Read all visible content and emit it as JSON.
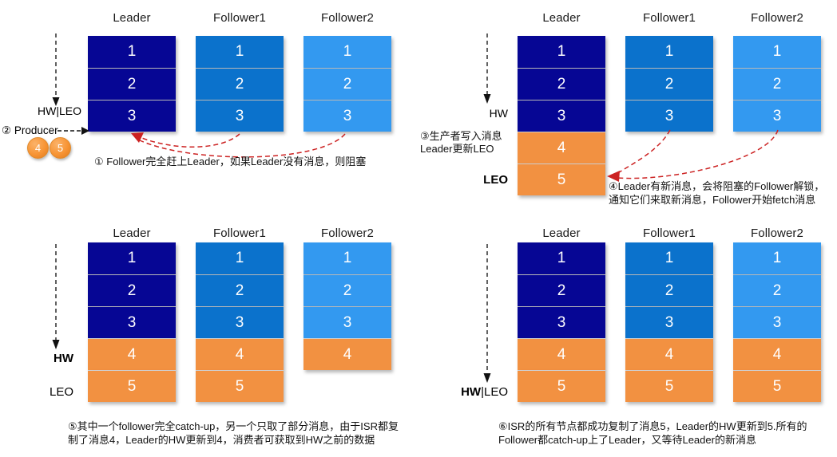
{
  "meta": {
    "columns": [
      "Leader",
      "Follower1",
      "Follower2"
    ],
    "colors": {
      "leader": "#060694",
      "follower1": "#0b72cc",
      "follower2": "#3399f0",
      "committed": "#f29141",
      "arrow": "#cc2222",
      "axis": "#444444"
    }
  },
  "panels": [
    {
      "id": "panel-1",
      "headers": [
        "Leader",
        "Follower1",
        "Follower2"
      ],
      "stacks": [
        {
          "name": "Leader",
          "blocks": [
            "1",
            "2",
            "3"
          ]
        },
        {
          "name": "Follower1",
          "blocks": [
            "1",
            "2",
            "3"
          ]
        },
        {
          "name": "Follower2",
          "blocks": [
            "1",
            "2",
            "3"
          ]
        }
      ],
      "marks": [
        {
          "bold": "",
          "text": "HW|LEO"
        }
      ],
      "producer": {
        "label": "② Producer",
        "pending": [
          "4",
          "5"
        ]
      },
      "caption": "① Follower完全赶上Leader，如果Leader没有消息，则阻塞"
    },
    {
      "id": "panel-2",
      "headers": [
        "Leader",
        "Follower1",
        "Follower2"
      ],
      "stacks": [
        {
          "name": "Leader",
          "blocks": [
            "1",
            "2",
            "3",
            "4",
            "5"
          ],
          "committed_from": 3
        },
        {
          "name": "Follower1",
          "blocks": [
            "1",
            "2",
            "3"
          ]
        },
        {
          "name": "Follower2",
          "blocks": [
            "1",
            "2",
            "3"
          ]
        }
      ],
      "marks": [
        {
          "bold": "",
          "text": "HW"
        },
        {
          "bold": "LEO",
          "text": ""
        }
      ],
      "note": "③生产者写入消息\nLeader更新LEO",
      "caption": "④Leader有新消息，会将阻塞的Follower解锁，\n通知它们来取新消息，Follower开始fetch消息"
    },
    {
      "id": "panel-3",
      "headers": [
        "Leader",
        "Follower1",
        "Follower2"
      ],
      "stacks": [
        {
          "name": "Leader",
          "blocks": [
            "1",
            "2",
            "3",
            "4",
            "5"
          ],
          "committed_from": 3
        },
        {
          "name": "Follower1",
          "blocks": [
            "1",
            "2",
            "3",
            "4",
            "5"
          ],
          "committed_from": 3
        },
        {
          "name": "Follower2",
          "blocks": [
            "1",
            "2",
            "3",
            "4"
          ],
          "committed_from": 3
        }
      ],
      "marks": [
        {
          "bold": "HW",
          "text": ""
        },
        {
          "bold": "",
          "text": "LEO"
        }
      ],
      "caption": "⑤其中一个follower完全catch-up，另一个只取了部分消息，由于ISR都复\n制了消息4，Leader的HW更新到4，消费者可获取到HW之前的数据"
    },
    {
      "id": "panel-4",
      "headers": [
        "Leader",
        "Follower1",
        "Follower2"
      ],
      "stacks": [
        {
          "name": "Leader",
          "blocks": [
            "1",
            "2",
            "3",
            "4",
            "5"
          ],
          "committed_from": 3
        },
        {
          "name": "Follower1",
          "blocks": [
            "1",
            "2",
            "3",
            "4",
            "5"
          ],
          "committed_from": 3
        },
        {
          "name": "Follower2",
          "blocks": [
            "1",
            "2",
            "3",
            "4",
            "5"
          ],
          "committed_from": 3
        }
      ],
      "marks": [
        {
          "bold": "HW",
          "text": "|LEO"
        }
      ],
      "caption": "⑥ISR的所有节点都成功复制了消息5，Leader的HW更新到5.所有的\nFollower都catch-up上了Leader，又等待Leader的新消息"
    }
  ],
  "labels": {
    "hw_leo": "HW|LEO",
    "hw": "HW",
    "leo": "LEO",
    "hw_bold": "HW",
    "leo_suffix": "|LEO",
    "producer": "② Producer",
    "pending_4": "4",
    "pending_5": "5",
    "note_3": "③生产者写入消息\nLeader更新LEO",
    "caption_1": "① Follower完全赶上Leader，如果Leader没有消息，则阻塞",
    "caption_4": "④Leader有新消息，会将阻塞的Follower解锁，\n通知它们来取新消息，Follower开始fetch消息",
    "caption_5": "⑤其中一个follower完全catch-up，另一个只取了部分消息，由于ISR都复\n制了消息4，Leader的HW更新到4，消费者可获取到HW之前的数据",
    "caption_6": "⑥ISR的所有节点都成功复制了消息5，Leader的HW更新到5.所有的\nFollower都catch-up上了Leader，又等待Leader的新消息",
    "col_leader": "Leader",
    "col_follower1": "Follower1",
    "col_follower2": "Follower2"
  }
}
